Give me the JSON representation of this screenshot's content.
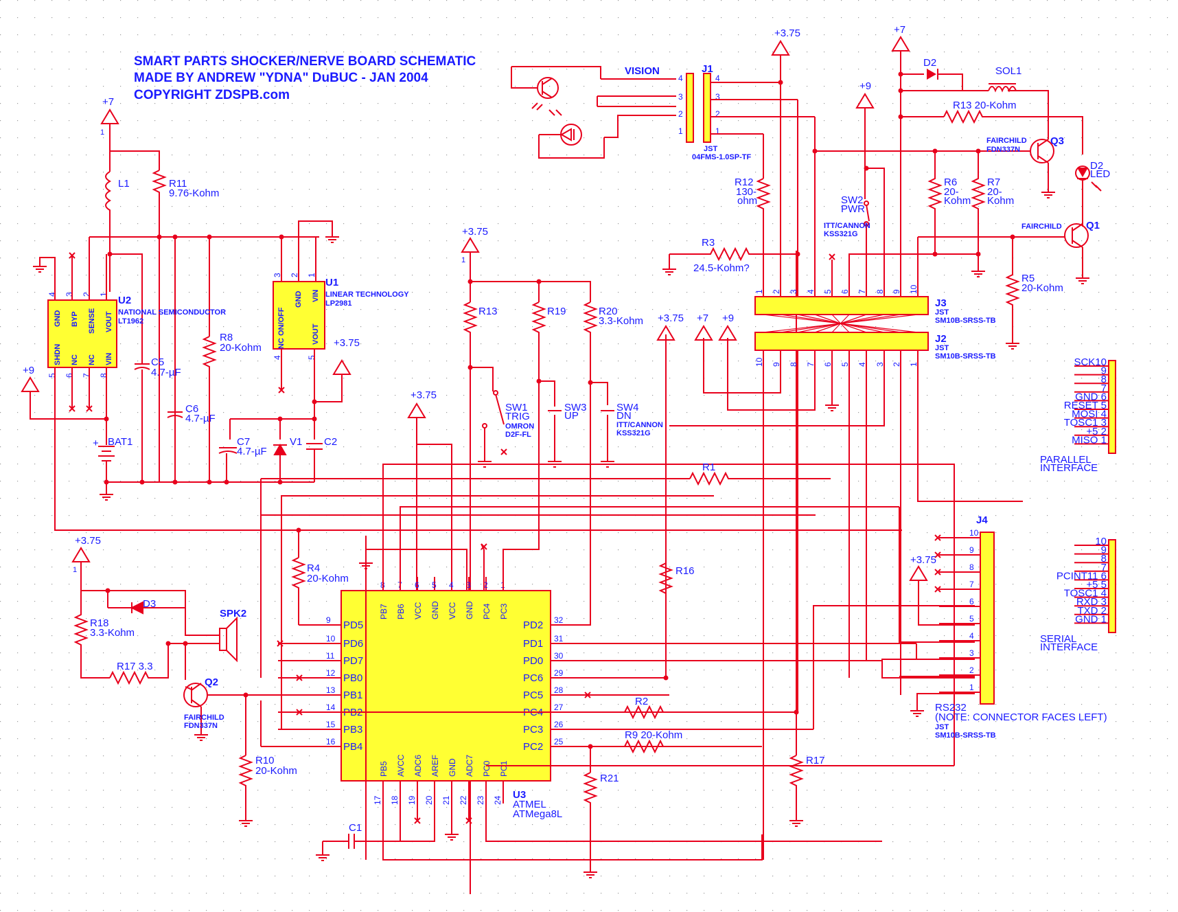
{
  "title_lines": [
    "SMART PARTS SHOCKER/NERVE BOARD SCHEMATIC",
    "MADE BY ANDREW \"YDNA\" DuBUC - JAN 2004",
    "COPYRIGHT ZDSPB.com"
  ],
  "colors": {
    "wire": "#e8001c",
    "text": "#1a1aff",
    "body": "#ffff33"
  },
  "power_labels": {
    "v7": "+7",
    "v375": "+3.75",
    "v9": "+9",
    "one": "1"
  },
  "u2": {
    "ref": "U2",
    "maker": "NATIONAL SEMICONDUCTOR",
    "part": "LT1962",
    "top_pins": [
      "GND",
      "BYP",
      "SENSE",
      "VOUT"
    ],
    "bottom_pins": [
      "SHDN",
      "NC",
      "NC",
      "VIN"
    ],
    "top_nums": [
      "4",
      "3",
      "2",
      "1"
    ],
    "bottom_nums": [
      "5",
      "6",
      "7",
      "8"
    ]
  },
  "u1": {
    "ref": "U1",
    "maker": "LINEAR TECHNOLOGY",
    "part": "LP2981",
    "pins": [
      "NC ON/OFF",
      "GND",
      "VIN",
      "NC",
      "VOUT"
    ],
    "nums": [
      "3",
      "2",
      "1",
      "4",
      "5"
    ]
  },
  "u3": {
    "ref": "U3",
    "maker": "ATMEL",
    "part": "ATMega8L",
    "top_pins": [
      "PB7",
      "PB6",
      "VCC",
      "GND",
      "VCC",
      "GND",
      "PC4",
      "PC3"
    ],
    "top_nums": [
      "8",
      "7",
      "6",
      "5",
      "4",
      "3",
      "2",
      "1"
    ],
    "left_pins": [
      "PD5",
      "PD6",
      "PD7",
      "PB0",
      "PB1",
      "PB2",
      "PB3",
      "PB4"
    ],
    "left_nums": [
      "9",
      "10",
      "11",
      "12",
      "13",
      "14",
      "15",
      "16"
    ],
    "right_pins": [
      "PD2",
      "PD1",
      "PD0",
      "PC6",
      "PC5",
      "PC4",
      "PC3",
      "PC2"
    ],
    "right_nums": [
      "32",
      "31",
      "30",
      "29",
      "28",
      "27",
      "26",
      "25"
    ],
    "bottom_pins": [
      "PB5",
      "AVCC",
      "ADC6",
      "AREF",
      "GND",
      "ADC7",
      "PC0",
      "PC1"
    ],
    "bottom_nums": [
      "17",
      "18",
      "19",
      "20",
      "21",
      "22",
      "23",
      "24"
    ]
  },
  "components": {
    "L1": "L1",
    "R11": "R11",
    "R11v": "9.76-Kohm",
    "R8": "R8",
    "R8v": "20-Kohm",
    "C5": "C5",
    "C5v": "4.7-µF",
    "C6": "C6",
    "C6v": "4.7-µF",
    "C7": "C7",
    "C7v": "4.7-µF",
    "V1": "V1",
    "C2": "C2",
    "BAT1": "BAT1",
    "R13": "R13",
    "R19": "R19",
    "R20": "R20",
    "R20v": "3.3-Kohm",
    "SW1": "SW1",
    "SW1a": "TRIG",
    "SW1b": "OMRON",
    "SW1c": "D2F-FL",
    "SW3": "SW3",
    "SW3a": "UP",
    "SW4": "SW4",
    "SW4a": "DN",
    "SW4b": "ITT/CANNON",
    "SW4c": "KSS321G",
    "R4": "R4",
    "R4v": "20-Kohm",
    "R18": "R18",
    "R18v": "3.3-Kohm",
    "R17a": "R17 3.3",
    "D3": "D3",
    "SPK2": "SPK2",
    "Q2": "Q2",
    "Q2a": "FAIRCHILD",
    "Q2b": "FDN337N",
    "R10": "R10",
    "R10v": "20-Kohm",
    "C1": "C1",
    "R1": "R1",
    "R16": "R16",
    "R2": "R2",
    "R9": "R9 20-Kohm",
    "R21": "R21",
    "R17": "R17",
    "VISION": "VISION",
    "J1": "J1",
    "J1a": "JST",
    "J1b": "04FMS-1.0SP-TF",
    "R12": "R12",
    "R12a": "130-",
    "R12b": "ohm",
    "R3": "R3",
    "R3v": "24.5-Kohm?",
    "SW2": "SW2",
    "SW2a": "PWR",
    "SW2b": "ITT/CANNON",
    "SW2c": "KSS321G",
    "D2": "D2",
    "SOL1": "SOL1",
    "R13b": "R13 20-Kohm",
    "Q3": "Q3",
    "Q3a": "FAIRCHILD",
    "Q3b": "FDN337N",
    "D2b": "D2",
    "D2bv": "LED",
    "R6": "R6",
    "R6a": "20-",
    "R6b": "Kohm",
    "R7": "R7",
    "R7a": "20-",
    "R7b": "Kohm",
    "Q1": "Q1",
    "Q1a": "FAIRCHILD",
    "R5": "R5",
    "R5v": "20-Kohm",
    "J3": "J3",
    "J3a": "JST",
    "J3b": "SM10B-SRSS-TB",
    "J2": "J2",
    "J2a": "JST",
    "J2b": "SM10B-SRSS-TB",
    "J4": "J4",
    "J4a": "RS232",
    "J4b": "(NOTE: CONNECTOR FACES LEFT)",
    "J4c": "JST",
    "J4d": "SM10B-SRSS-TB"
  },
  "j1_nums": [
    "4",
    "3",
    "2",
    "1"
  ],
  "j3_nums": [
    "1",
    "2",
    "3",
    "4",
    "5",
    "6",
    "7",
    "8",
    "9",
    "10"
  ],
  "j2_nums": [
    "10",
    "9",
    "8",
    "7",
    "6",
    "5",
    "4",
    "3",
    "2",
    "1"
  ],
  "j4_nums": [
    "10",
    "9",
    "8",
    "7",
    "6",
    "5",
    "4",
    "3",
    "2",
    "1"
  ],
  "parallel": {
    "pins": [
      "SCK10",
      "9",
      "8",
      "7",
      "GND 6",
      "RESET 5",
      "MOSI 4",
      "TOSC1 3",
      "+5 2",
      "MISO 1"
    ],
    "label1": "PARALLEL",
    "label2": "INTERFACE"
  },
  "serial": {
    "pins": [
      "10",
      "9",
      "8",
      "7",
      "PCINT11 6",
      "+5 5",
      "TOSC1 4",
      "RXD 3",
      "TXD 2",
      "GND 1"
    ],
    "label1": "SERIAL",
    "label2": "INTERFACE"
  }
}
